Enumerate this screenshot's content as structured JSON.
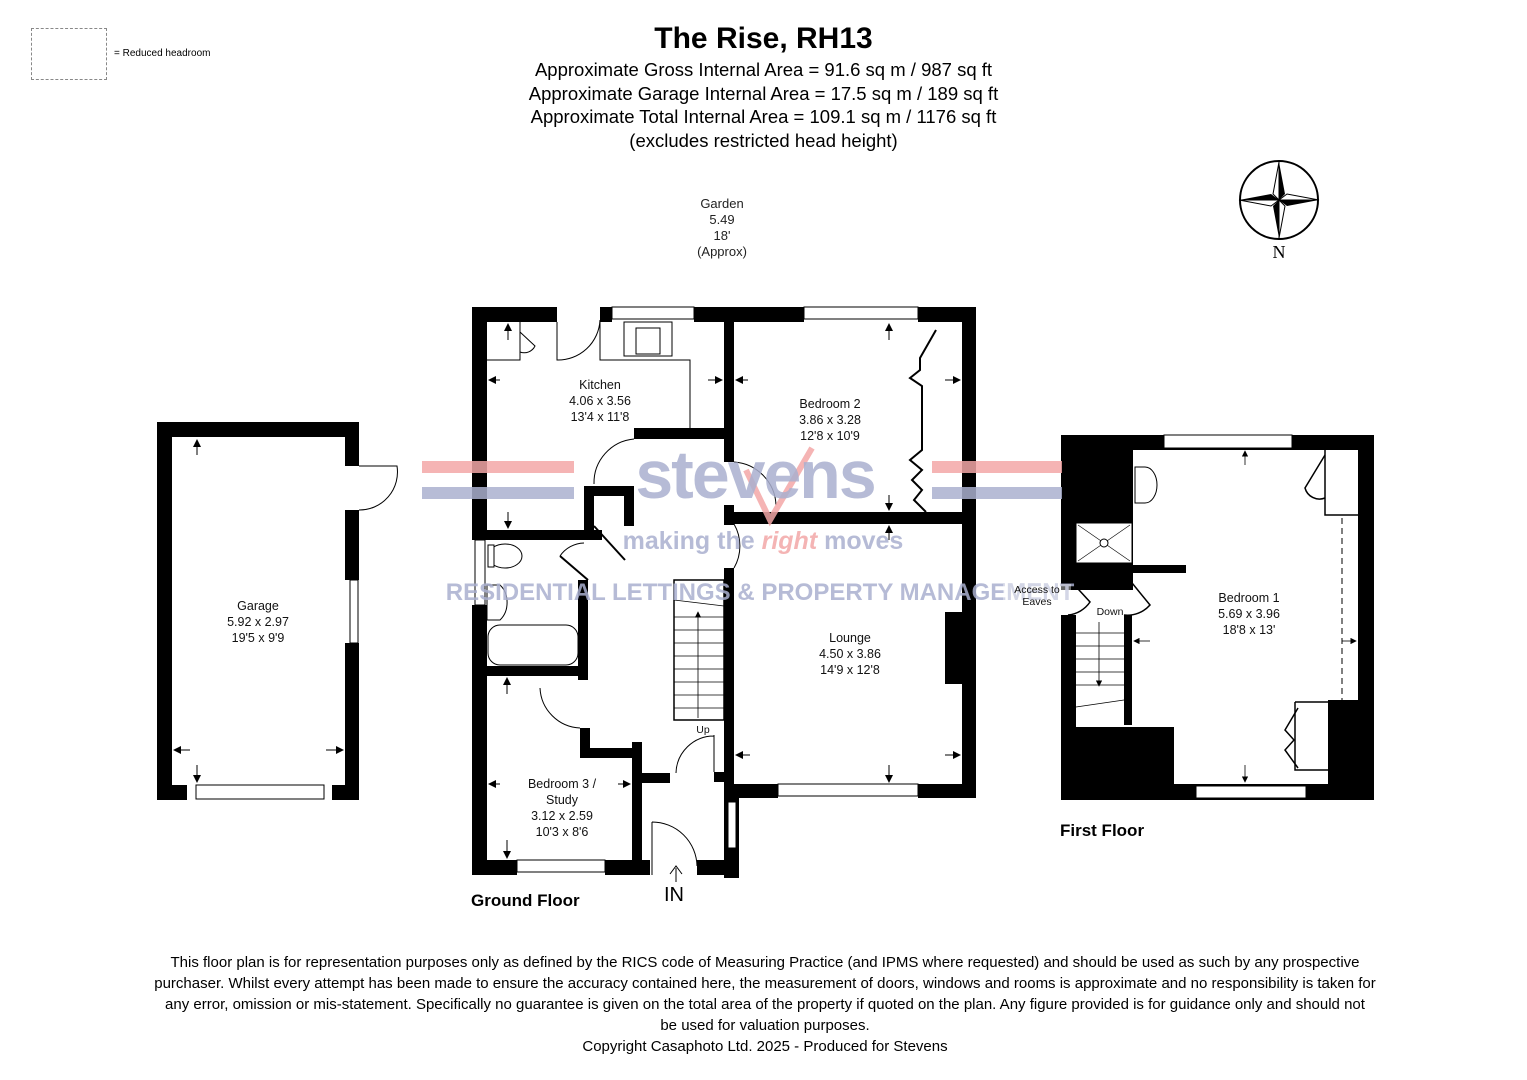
{
  "legend": {
    "symbol": "dashed-rectangle",
    "text": "= Reduced headroom"
  },
  "header": {
    "title": "The Rise, RH13",
    "lines": [
      "Approximate Gross Internal Area = 91.6 sq m / 987 sq ft",
      "Approximate Garage Internal Area = 17.5 sq m / 189 sq ft",
      "Approximate Total Internal Area = 109.1 sq m / 1176 sq ft",
      "(excludes restricted head height)"
    ]
  },
  "garden": {
    "label": "Garden",
    "metric": "5.49",
    "imperial": "18'",
    "note": "(Approx)"
  },
  "compass": {
    "icon": "compass-rose-icon",
    "label": "N"
  },
  "watermark": {
    "brand": "stevens",
    "tagline_left": "making the",
    "tagline_accent": "right",
    "tagline_right": "moves",
    "subtitle": "RESIDENTIAL LETTINGS & PROPERTY MANAGEMENT",
    "colors": {
      "blue": "#aab0cf",
      "red": "#f3a7a7"
    }
  },
  "floors": {
    "ground": {
      "label": "Ground Floor",
      "entrance_label": "IN",
      "stairs_label": "Up",
      "rooms": {
        "kitchen": {
          "name": "Kitchen",
          "metric": "4.06 x 3.56",
          "imperial": "13'4 x 11'8"
        },
        "bedroom2": {
          "name": "Bedroom 2",
          "metric": "3.86 x 3.28",
          "imperial": "12'8 x 10'9"
        },
        "lounge": {
          "name": "Lounge",
          "metric": "4.50 x 3.86",
          "imperial": "14'9 x 12'8"
        },
        "bedroom3": {
          "name": "Bedroom 3 /",
          "name2": "Study",
          "metric": "3.12 x 2.59",
          "imperial": "10'3 x 8'6"
        }
      }
    },
    "garage": {
      "name": "Garage",
      "metric": "5.92 x 2.97",
      "imperial": "19'5 x 9'9"
    },
    "first": {
      "label": "First Floor",
      "eaves_label_1": "Access to",
      "eaves_label_2": "Eaves",
      "stairs_label": "Down",
      "rooms": {
        "bedroom1": {
          "name": "Bedroom 1",
          "metric": "5.69 x 3.96",
          "imperial": "18'8 x 13'"
        }
      }
    }
  },
  "disclaimer": {
    "lines": [
      "This floor plan is for representation purposes only as defined by the RICS code of Measuring Practice (and IPMS where requested) and should be used as such by any prospective",
      "purchaser. Whilst every attempt has been made to ensure the accuracy contained here, the measurement of doors, windows and rooms is approximate and no responsibility is taken for",
      "any error, omission or mis-statement. Specifically no guarantee is given on the total area of the property if quoted on the plan. Any figure provided is for guidance only and should not",
      "be used for valuation purposes.",
      "Copyright Casaphoto Ltd. 2025 - Produced for Stevens"
    ]
  }
}
